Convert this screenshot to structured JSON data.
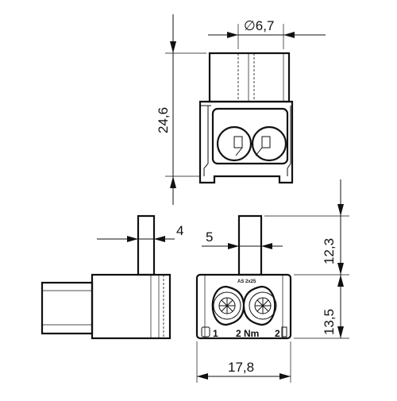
{
  "dimensions": {
    "top_diameter": "∅6,7",
    "top_height": "24,6",
    "side_width": "4",
    "front_pin_width": "5",
    "front_pin_height": "12,3",
    "front_body_height": "13,5",
    "front_total_width": "17,8"
  },
  "markings": {
    "terminal_left": "1",
    "torque": "2 Nm",
    "terminal_right": "2",
    "wire_spec": "AS 2x25"
  }
}
